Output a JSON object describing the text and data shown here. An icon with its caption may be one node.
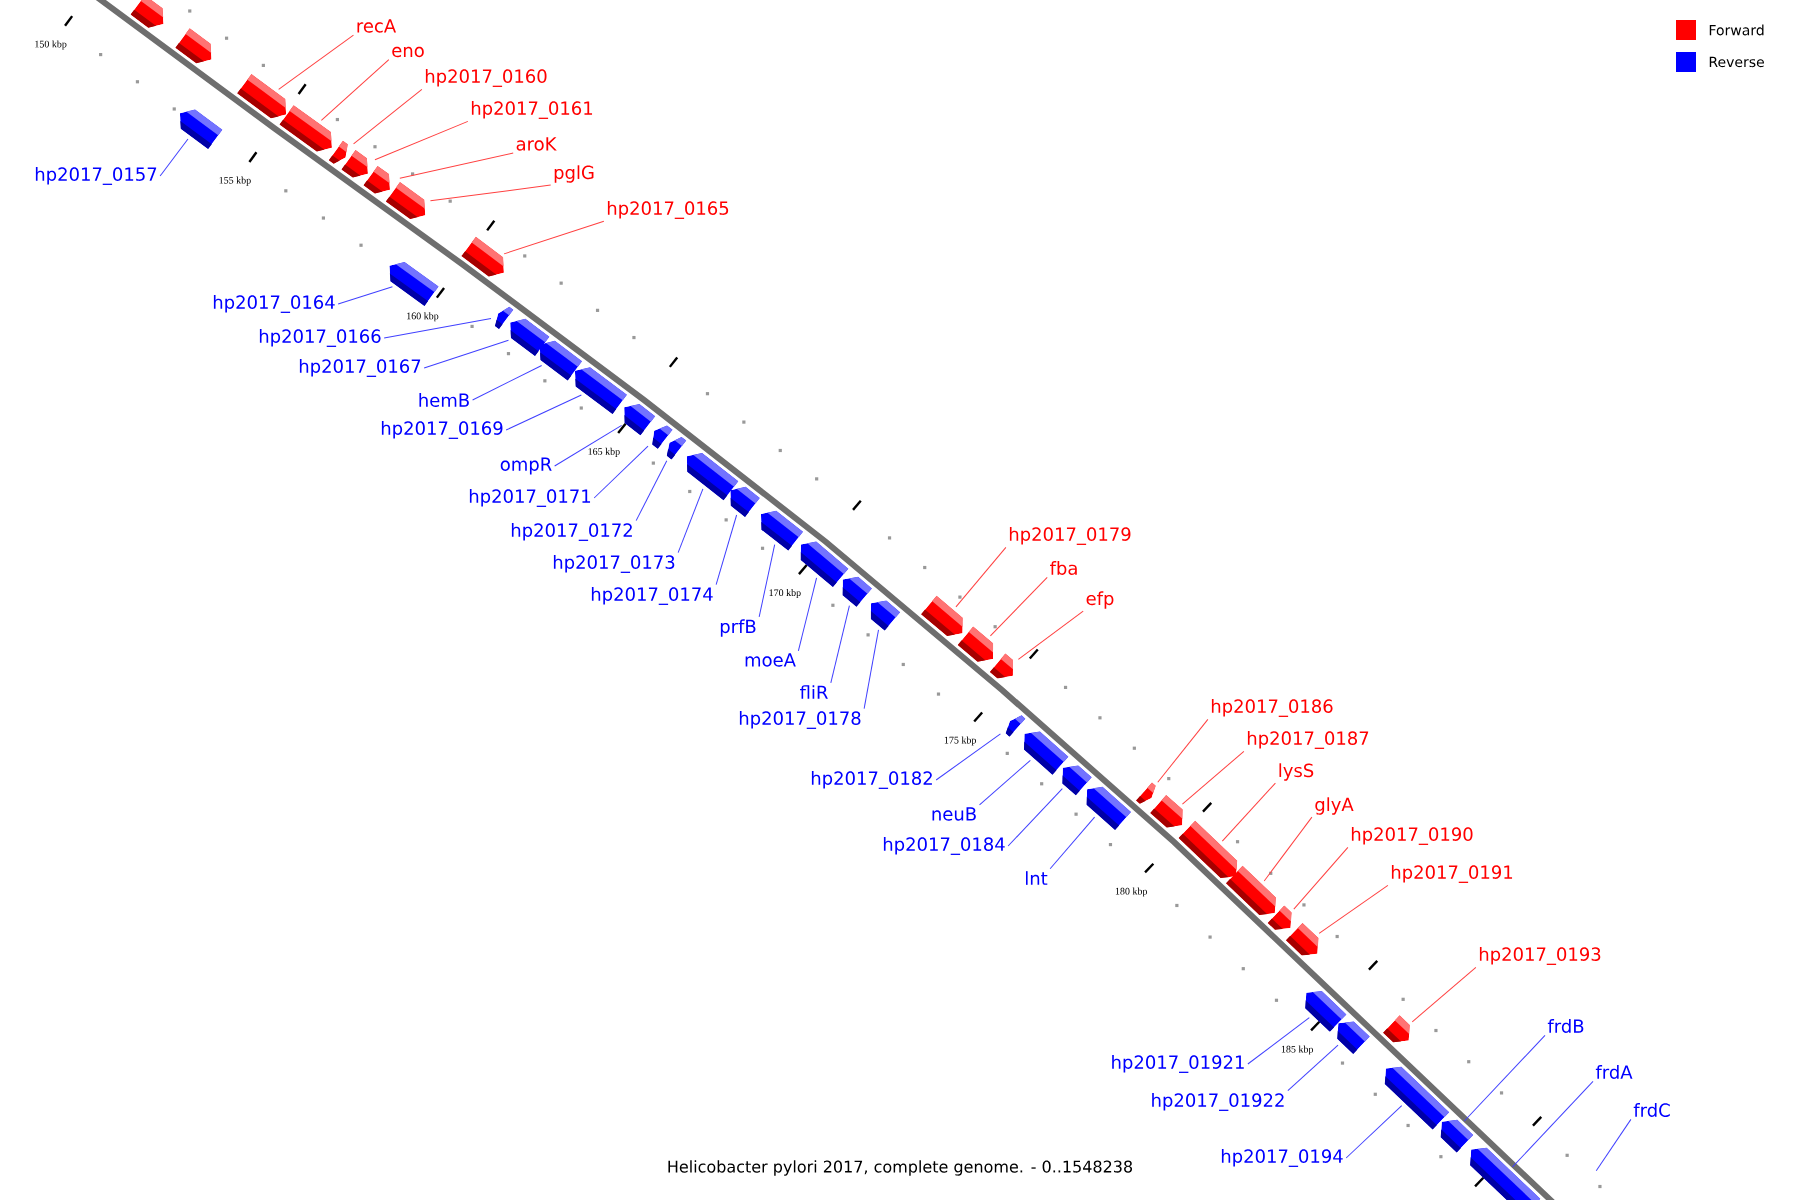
{
  "diagram": {
    "caption": "Helicobacter pylori 2017, complete genome. - 0..1548238",
    "nodes": [
      {
        "text": [],
        "shape": "box"
      },
      {
        "text": [],
        "shape": "box"
      },
      {
        "text": [],
        "shape": "box"
      },
      {
        "text": [
          "hp2017_0157"
        ]
      },
      {
        "text": [],
        "shape": "box"
      },
      {
        "text": [
          "recA"
        ]
      },
      {
        "text": [],
        "shape": "box"
      },
      {
        "text": [
          "eno"
        ]
      },
      {
        "text": [],
        "shape": "box"
      },
      {
        "text": [
          "hp2017_0160"
        ]
      },
      {
        "text": [],
        "shape": "box"
      },
      {
        "text": [
          "hp2017_0161"
        ]
      },
      {
        "text": [],
        "shape": "box"
      },
      {
        "text": [
          "aroK"
        ]
      },
      {
        "text": [],
        "shape": "box"
      },
      {
        "text": [
          "pglG"
        ]
      },
      {
        "text": [],
        "shape": "box"
      },
      {
        "text": [
          "hp2017_0164"
        ]
      },
      {
        "text": [],
        "shape": "box"
      },
      {
        "text": [
          "hp2017_0165"
        ]
      },
      {
        "text": [],
        "shape": "box"
      },
      {
        "text": [
          "hp2017_0166"
        ]
      },
      {
        "text": [],
        "shape": "box"
      },
      {
        "text": [
          "hp2017_0167"
        ]
      },
      {
        "text": [],
        "shape": "box"
      },
      {
        "text": [
          "hemB"
        ]
      },
      {
        "text": [],
        "shape": "box"
      },
      {
        "text": [
          "hp2017_0169"
        ]
      },
      {
        "text": [],
        "shape": "box"
      },
      {
        "text": [
          "ompR"
        ]
      },
      {
        "text": [],
        "shape": "box"
      },
      {
        "text": [
          "hp2017_0171"
        ]
      },
      {
        "text": [],
        "shape": "box"
      },
      {
        "text": [
          "hp2017_0172"
        ]
      },
      {
        "text": [],
        "shape": "box"
      },
      {
        "text": [
          "hp2017_0173"
        ]
      },
      {
        "text": [],
        "shape": "box"
      },
      {
        "text": [
          "hp2017_0174"
        ]
      },
      {
        "text": [],
        "shape": "box"
      },
      {
        "text": [
          "prfB"
        ]
      },
      {
        "text": [],
        "shape": "box"
      },
      {
        "text": [
          "moeA"
        ]
      },
      {
        "text": [],
        "shape": "box"
      },
      {
        "text": [
          "fliR"
        ]
      },
      {
        "text": [],
        "shape": "box"
      },
      {
        "text": [
          "hp2017_0178"
        ]
      },
      {
        "text": [],
        "shape": "box"
      },
      {
        "text": [
          "hp2017_0179"
        ]
      },
      {
        "text": [],
        "shape": "box"
      },
      {
        "text": [
          "fba"
        ]
      },
      {
        "text": [],
        "shape": "box"
      },
      {
        "text": [
          "efp"
        ]
      },
      {
        "text": [],
        "shape": "box"
      },
      {
        "text": [
          "hp2017_0182"
        ]
      },
      {
        "text": [],
        "shape": "box"
      },
      {
        "text": [
          "neuB"
        ]
      },
      {
        "text": [],
        "shape": "box"
      },
      {
        "text": [
          "hp2017_0184"
        ]
      },
      {
        "text": [],
        "shape": "box"
      },
      {
        "text": [
          "lnt"
        ]
      },
      {
        "text": [],
        "shape": "box"
      },
      {
        "text": [
          "hp2017_0186"
        ]
      },
      {
        "text": [],
        "shape": "box"
      },
      {
        "text": [
          "hp2017_0187"
        ]
      },
      {
        "text": [],
        "shape": "box"
      },
      {
        "text": [
          "lysS"
        ]
      },
      {
        "text": [],
        "shape": "box"
      },
      {
        "text": [
          "glyA"
        ]
      },
      {
        "text": [],
        "shape": "box"
      },
      {
        "text": [
          "hp2017_0190"
        ]
      },
      {
        "text": [],
        "shape": "box"
      },
      {
        "text": [
          "hp2017_0191"
        ]
      },
      {
        "text": [],
        "shape": "box"
      },
      {
        "text": [
          "hp2017_01921"
        ]
      },
      {
        "text": [],
        "shape": "box"
      },
      {
        "text": [
          "hp2017_01922"
        ]
      },
      {
        "text": [],
        "shape": "box"
      },
      {
        "text": [
          "hp2017_0193"
        ]
      },
      {
        "text": [],
        "shape": "box"
      },
      {
        "text": [
          "hp2017_0194"
        ]
      },
      {
        "text": [],
        "shape": "box"
      },
      {
        "text": [
          "frdB"
        ]
      },
      {
        "text": [],
        "shape": "box"
      },
      {
        "text": [
          "frdA"
        ]
      },
      {
        "text": [
          "frdC"
        ]
      }
    ],
    "edges": [
      {
        "from": 3,
        "to": 2,
        "arrow": "none"
      },
      {
        "from": 5,
        "to": 4,
        "arrow": "none",
        "color": "#ff4040"
      },
      {
        "from": 7,
        "to": 6,
        "arrow": "none",
        "color": "#ff4040"
      },
      {
        "from": 9,
        "to": 8,
        "arrow": "none",
        "color": "#ff4040"
      },
      {
        "from": 11,
        "to": 10,
        "arrow": "none",
        "color": "#ff4040"
      },
      {
        "from": 13,
        "to": 12,
        "arrow": "none",
        "color": "#ff4040"
      },
      {
        "from": 15,
        "to": 14,
        "arrow": "none",
        "color": "#ff4040"
      },
      {
        "from": 17,
        "to": 16,
        "arrow": "none"
      },
      {
        "from": 19,
        "to": 18,
        "arrow": "none",
        "color": "#ff4040"
      },
      {
        "from": 21,
        "to": 20,
        "arrow": "none"
      },
      {
        "from": 23,
        "to": 22,
        "arrow": "none"
      },
      {
        "from": 25,
        "to": 24,
        "arrow": "none"
      },
      {
        "from": 27,
        "to": 26,
        "arrow": "none"
      },
      {
        "from": 29,
        "to": 28,
        "arrow": "none"
      },
      {
        "from": 31,
        "to": 30,
        "arrow": "none"
      },
      {
        "from": 33,
        "to": 32,
        "arrow": "none"
      },
      {
        "from": 35,
        "to": 34,
        "arrow": "none"
      },
      {
        "from": 37,
        "to": 36,
        "arrow": "none"
      },
      {
        "from": 39,
        "to": 38,
        "arrow": "none"
      },
      {
        "from": 41,
        "to": 40,
        "arrow": "none"
      },
      {
        "from": 43,
        "to": 42,
        "arrow": "none"
      },
      {
        "from": 45,
        "to": 44,
        "arrow": "none"
      },
      {
        "from": 47,
        "to": 46,
        "arrow": "none",
        "color": "#ff4040"
      },
      {
        "from": 49,
        "to": 48,
        "arrow": "none",
        "color": "#ff4040"
      },
      {
        "from": 51,
        "to": 50,
        "arrow": "none",
        "color": "#ff4040"
      },
      {
        "from": 53,
        "to": 52,
        "arrow": "none"
      },
      {
        "from": 55,
        "to": 54,
        "arrow": "none"
      },
      {
        "from": 57,
        "to": 56,
        "arrow": "none"
      },
      {
        "from": 59,
        "to": 58,
        "arrow": "none"
      },
      {
        "from": 61,
        "to": 60,
        "arrow": "none",
        "color": "#ff4040"
      },
      {
        "from": 63,
        "to": 62,
        "arrow": "none",
        "color": "#ff4040"
      },
      {
        "from": 65,
        "to": 64,
        "arrow": "none",
        "color": "#ff4040"
      },
      {
        "from": 67,
        "to": 66,
        "arrow": "none",
        "color": "#ff4040"
      },
      {
        "from": 69,
        "to": 68,
        "arrow": "none",
        "color": "#ff4040"
      },
      {
        "from": 71,
        "to": 70,
        "arrow": "none",
        "color": "#ff4040"
      },
      {
        "from": 73,
        "to": 72,
        "arrow": "none"
      },
      {
        "from": 75,
        "to": 74,
        "arrow": "none"
      },
      {
        "from": 77,
        "to": 76,
        "arrow": "none",
        "color": "#ff4040"
      },
      {
        "from": 79,
        "to": 78,
        "arrow": "none"
      },
      {
        "from": 81,
        "to": 80,
        "arrow": "none"
      },
      {
        "from": 83,
        "to": 82,
        "arrow": "none"
      },
      {
        "from": 84,
        "to": null,
        "arrow": "none"
      }
    ],
    "labels": [
      "150 kbp",
      "155 kbp",
      "160 kbp",
      "165 kbp",
      "170 kbp",
      "175 kbp",
      "180 kbp",
      "185 kbp"
    ],
    "legend": [
      {
        "text": "Forward",
        "color": "#ff0000"
      },
      {
        "text": "Reverse",
        "color": "#0000ff"
      }
    ]
  }
}
